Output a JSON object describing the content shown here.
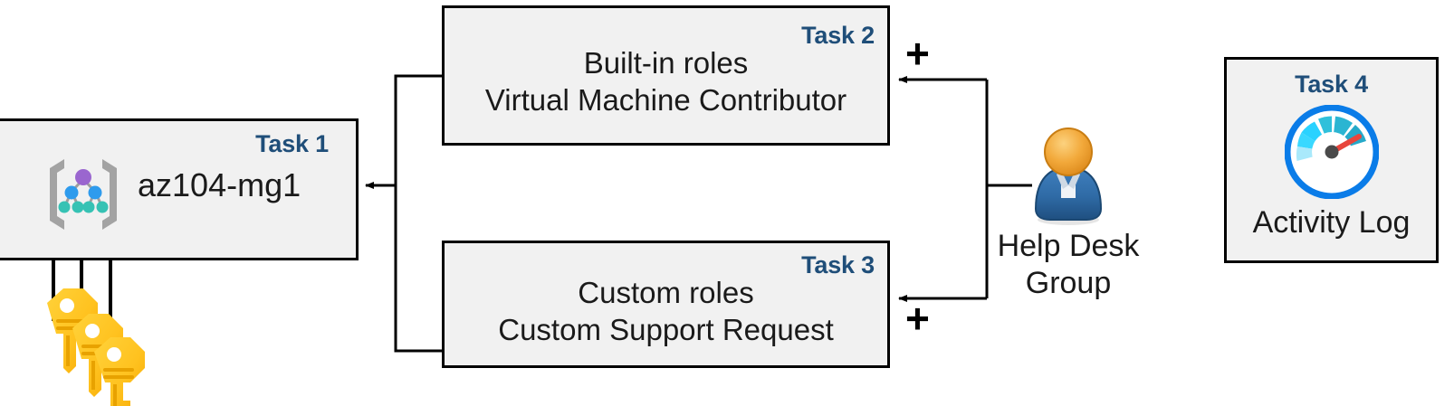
{
  "diagram": {
    "title": "Azure RBAC task diagram",
    "accent_color": "#1f4e79",
    "box_fill": "#f1f1f1",
    "box_border": "#000000"
  },
  "task1": {
    "label": "Task 1",
    "title": "az104-mg1",
    "icon": "management-group-icon"
  },
  "task2": {
    "label": "Task 2",
    "line1": "Built-in roles",
    "line2": "Virtual Machine Contributor"
  },
  "task3": {
    "label": "Task 3",
    "line1": "Custom roles",
    "line2": "Custom Support Request"
  },
  "task4": {
    "label": "Task 4",
    "title": "Activity Log",
    "icon": "gauge-icon"
  },
  "actor": {
    "line1": "Help Desk",
    "line2": "Group",
    "icon": "user-group-icon"
  },
  "operators": {
    "plus_top": "+",
    "plus_bottom": "+"
  },
  "keys": {
    "icon": "keys-icon",
    "count": 3
  }
}
